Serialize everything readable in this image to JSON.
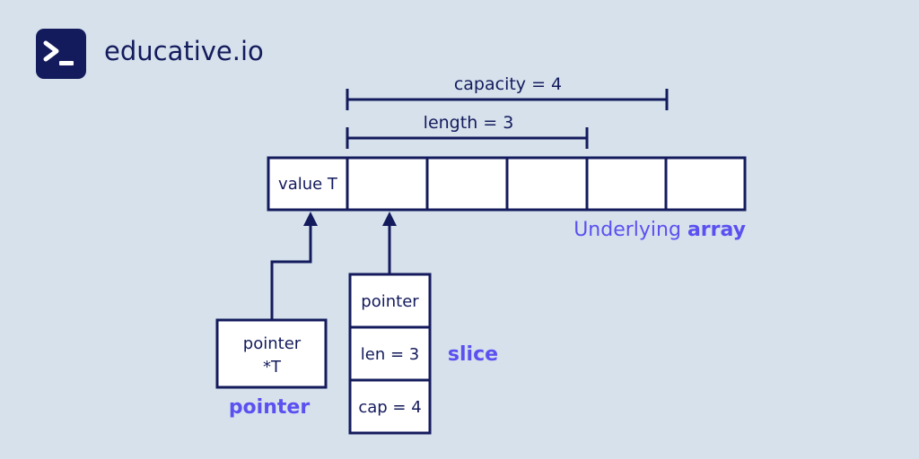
{
  "brand": {
    "name": "educative.io",
    "logo_icon": "terminal-prompt-icon",
    "logo_color": "#141b5c"
  },
  "colors": {
    "ink": "#141b5c",
    "accent": "#5b50f0",
    "background": "#d6e1ec",
    "box_fill": "#ffffff"
  },
  "diagram": {
    "capacity_label": "capacity = 4",
    "length_label": "length = 3",
    "array": {
      "cells": [
        "value T",
        "",
        "",
        "",
        "",
        ""
      ],
      "caption_plain": "Underlying ",
      "caption_bold": "array"
    },
    "pointer": {
      "line1": "pointer",
      "line2": "*T",
      "caption": "pointer"
    },
    "slice": {
      "fields": [
        "pointer",
        "len = 3",
        "cap = 4"
      ],
      "caption": "slice"
    }
  }
}
